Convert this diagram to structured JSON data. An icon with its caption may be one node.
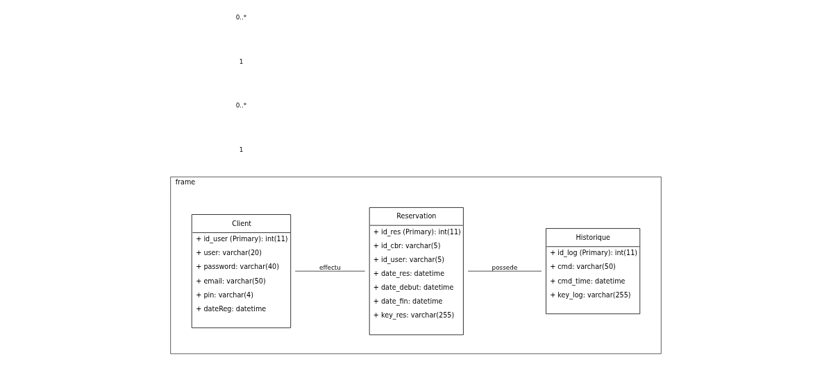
{
  "diagram": {
    "nodes": [
      {
        "text": [
          "frame"
        ]
      },
      {
        "text": [
          "Client",
          "+ id_user (Primary): int(11)",
          "+ user: varchar(20)",
          "+ password: varchar(40)",
          "+ email: varchar(50)",
          "+ pin: varchar(4)",
          "+ dateReg: datetime"
        ],
        "in": 0
      },
      {
        "text": [
          "Reservation",
          "+ id_res (Primary): int(11)",
          "+ id_cbr: varchar(5)",
          "+ id_user: varchar(5)",
          "+ date_res: datetime",
          "+ date_debut: datetime",
          "+ date_fin: datetime",
          "+ key_res: varchar(255)"
        ],
        "in": 0
      },
      {
        "text": [
          "Historique",
          "+ id_log (Primary): int(11)",
          "+ cmd: varchar(50)",
          "+ cmd_time: datetime",
          "+ key_log: varchar(255)"
        ],
        "in": 0
      }
    ],
    "edges": [
      {
        "from": 1,
        "to": 2,
        "arrow": "none",
        "label": "effectu"
      },
      {
        "from": 2,
        "to": 3,
        "arrow": "none",
        "label": "possede"
      }
    ],
    "labels": [
      "1",
      "0..*",
      "1",
      "0..*"
    ]
  }
}
